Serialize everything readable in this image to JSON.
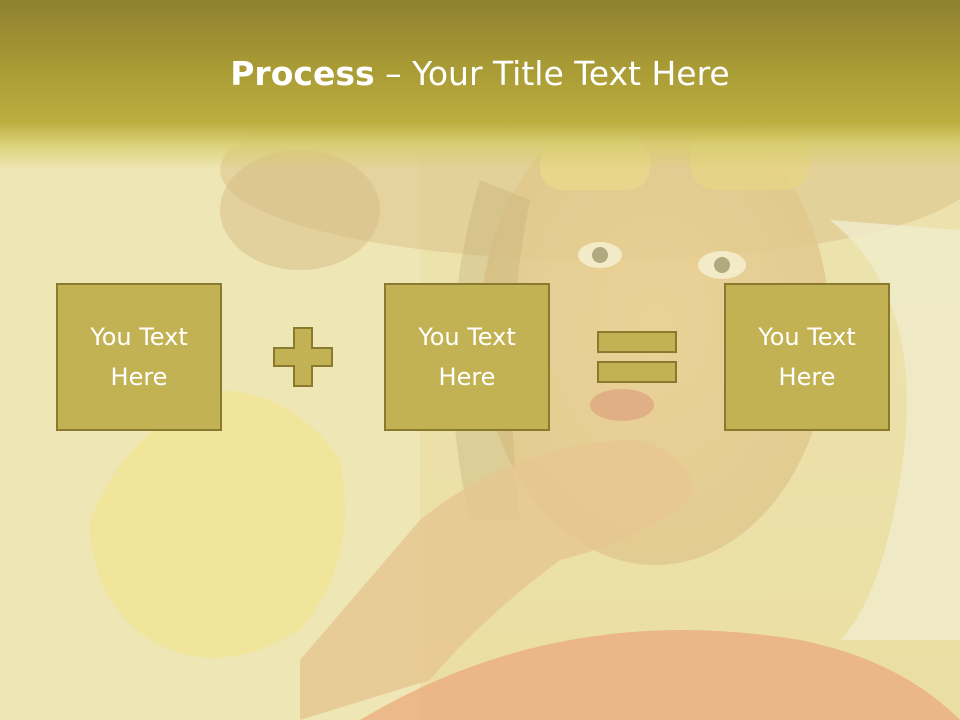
{
  "slide": {
    "title_bold": "Process",
    "title_rest": " – Your Title Text Here"
  },
  "boxes": [
    {
      "line1": "You Text",
      "line2": "Here"
    },
    {
      "line1": "You Text",
      "line2": "Here"
    },
    {
      "line1": "You Text",
      "line2": "Here"
    }
  ],
  "operators": [
    "plus-icon",
    "equals-icon"
  ],
  "colors": {
    "header": "#a99b35",
    "box_fill": "#c2b253",
    "box_border": "#8a7a30",
    "text": "#ffffff"
  }
}
